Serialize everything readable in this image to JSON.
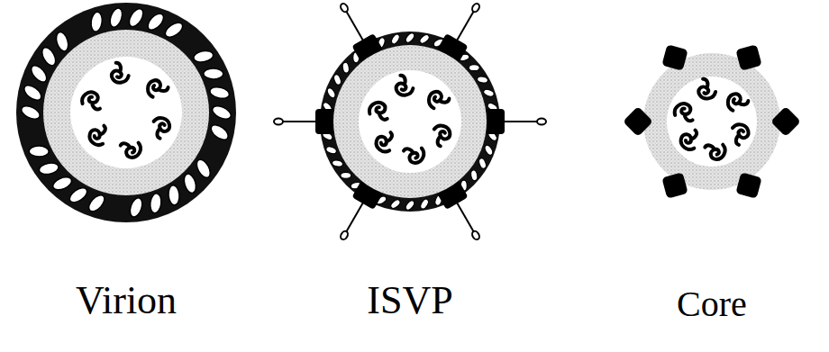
{
  "diagram": {
    "labels": [
      "Virion",
      "ISVP",
      "Core"
    ]
  }
}
